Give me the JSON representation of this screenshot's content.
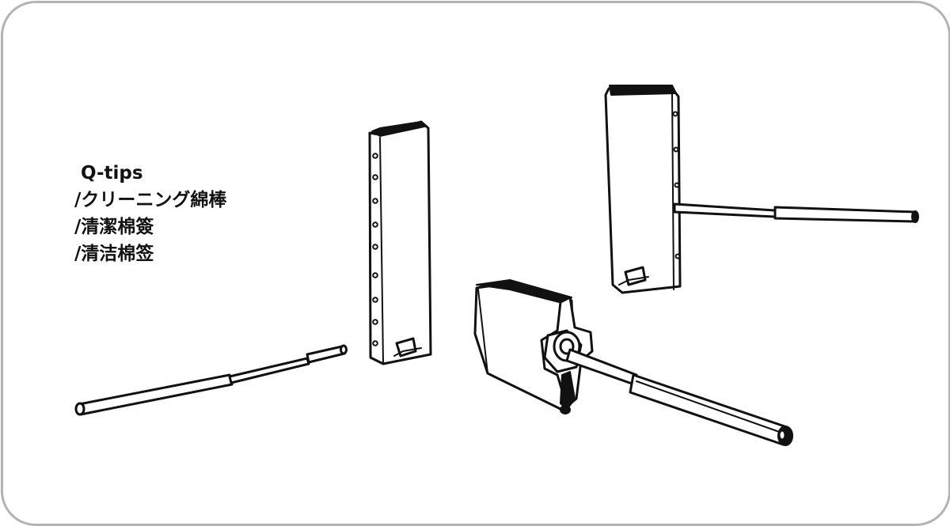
{
  "label": {
    "lines": [
      "Q-tips",
      "/クリーニング綿棒",
      "/清潔棉簽",
      "/清洁棉签"
    ]
  },
  "colors": {
    "frame_border": "#b3b3b3",
    "line": "#111111",
    "background": "#ffffff"
  }
}
